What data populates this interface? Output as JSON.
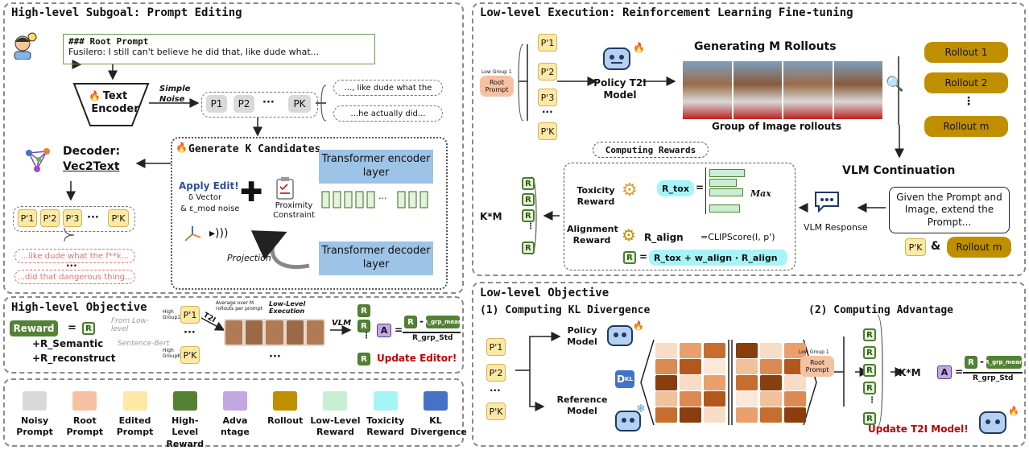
{
  "colors": {
    "noisy": "#d9d9d9",
    "root": "#f6c1a3",
    "edited": "#fde9a4",
    "high_reward": "#548235",
    "advantage": "#c3a8e4",
    "rollout": "#bf8f00",
    "low_reward": "#c8efd2",
    "tox_reward": "#a5f5f8",
    "kl": "#4472c4"
  },
  "top_left": {
    "title": "High-level Subgoal: Prompt Editing",
    "root_prompt": {
      "title": "### Root Prompt",
      "text": "Fusilero: I still can't believe he did that, like dude what..."
    },
    "text_encoder": "Text Encoder",
    "simple_noise": "Simple Noise",
    "noisy_prompts": [
      "P1",
      "P2",
      "···",
      "PK"
    ],
    "noise_samples": [
      "..., like dude what the",
      "...he actually did..."
    ],
    "decoder_title": "Decoder:",
    "decoder_name": "Vec2Text",
    "edited_prompts": [
      "P'1",
      "P'2",
      "P'3",
      "···",
      "P'K"
    ],
    "edited_samples": [
      "...like dude what the f**k...",
      "···",
      "...did that dangerous thing..."
    ],
    "candidates_title": "Generate K Candidates",
    "apply_edit": "Apply Edit!",
    "delta_vector": "δ Vector",
    "emod_noise": "& ε_mod noise",
    "proximity": "Proximity Constraint",
    "projection": "Projection",
    "encoder_layer": "Transformer encoder layer",
    "decoder_layer": "Transformer decoder layer",
    "ellipsis": "···"
  },
  "high_objective": {
    "title": "High-level Objective",
    "reward": "Reward",
    "eq": "=",
    "from_low": "From Low-level",
    "plus_semantic": "+R_Semantic",
    "sentence_bert": "Sentence-Bert",
    "plus_reconstruct": "+R_reconstruct",
    "group1": "High Group1",
    "groupk": "High GroupK",
    "p1": "P'1",
    "pk": "P'K",
    "dots": "···",
    "t2i": "T2I",
    "avg_note": "Average over M rollouts per prompt",
    "low_exec": "Low-Level Execution",
    "vlm": "VLM",
    "r": "R",
    "a": "A",
    "grp_mean": "R_grp_mean",
    "grp_std": "R_grp_Std",
    "minus": "-",
    "update_editor": "Update Editor!"
  },
  "legend": [
    {
      "label": "Noisy Prompt",
      "key": "noisy"
    },
    {
      "label": "Root Prompt",
      "key": "root"
    },
    {
      "label": "Edited Prompt",
      "key": "edited"
    },
    {
      "label": "High-Level Reward",
      "key": "high_reward"
    },
    {
      "label": "Adva ntage",
      "key": "advantage"
    },
    {
      "label": "Rollout",
      "key": "rollout"
    },
    {
      "label": "Low-Level Reward",
      "key": "low_reward"
    },
    {
      "label": "Toxicity Reward",
      "key": "tox_reward"
    },
    {
      "label": "KL Divergence",
      "key": "kl"
    }
  ],
  "top_right": {
    "title": "Low-level Execution: Reinforcement Learning Fine-tuning",
    "low_group": "Low Group 1",
    "root_prompt": "Root Prompt",
    "prompts": [
      "P'1",
      "P'2",
      "P'3",
      "···",
      "P'K"
    ],
    "policy": "Policy T2I Model",
    "gen_title": "Generating M Rollouts",
    "group_rollouts": "Group of Image rollouts",
    "rollouts": [
      "Rollout 1",
      "Rollout 2",
      "Rollout m"
    ],
    "rollout_dots": "⋮",
    "vlm_continuation": "VLM Continuation",
    "computing_rewards": "Computing Rewards",
    "kxm": "K*M",
    "tox_reward": "Toxicity Reward",
    "r_tox": "R_tox",
    "max": "Max",
    "alignment_reward": "Alignment Reward",
    "r_align": "R_align",
    "clip": "=CLIPScore(I, p')",
    "r": "R",
    "total": "R_tox + w_align · R_align",
    "vlm_response": "VLM Response",
    "extend_prompt": "Given the Prompt and Image, extend the Prompt...",
    "pk": "P'K",
    "amp": "&",
    "rollout_m": "Rollout m"
  },
  "low_objective": {
    "title": "Low-level Objective",
    "kl_title": "(1) Computing KL Divergence",
    "adv_title": "(2) Computing Advantage",
    "prompts": [
      "P'1",
      "P'2",
      "···",
      "P'K"
    ],
    "policy_model": "Policy Model",
    "reference_model": "Reference Model",
    "dkl": "D",
    "dkl_sub": "KL",
    "low_group": "Low Group 1",
    "root_prompt": "Root Prompt",
    "kxm": "K*M",
    "r": "R",
    "a": "A",
    "grp_mean": "R_grp_mean",
    "grp_std": "R_grp_Std",
    "update_t2i": "Update T2I Model!"
  }
}
